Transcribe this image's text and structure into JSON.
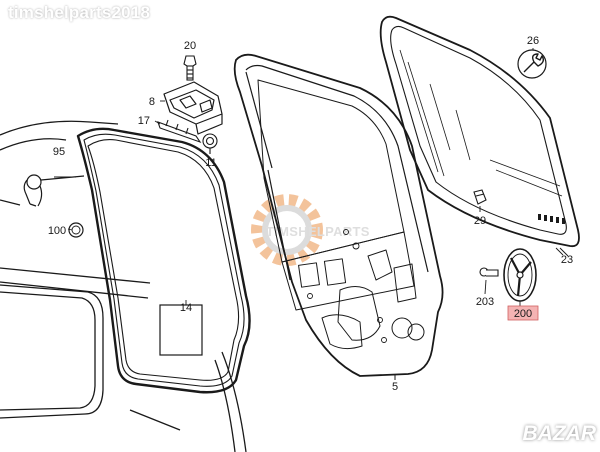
{
  "watermarks": {
    "shop_name": "timshelparts2018",
    "center_mark": "TIMSHELPARTS",
    "marketplace": "BAZAR"
  },
  "callouts": [
    "20",
    "8",
    "17",
    "11",
    "95",
    "100",
    "14",
    "5",
    "26",
    "29",
    "23",
    "203",
    "200"
  ],
  "highlighted_part": "200",
  "colors": {
    "line": "#1a1a1a",
    "highlight_fill": "#f4b3b3",
    "highlight_border": "#d06060",
    "gear_orange": "#f2b98a",
    "gear_grey": "#d6d6d6"
  }
}
